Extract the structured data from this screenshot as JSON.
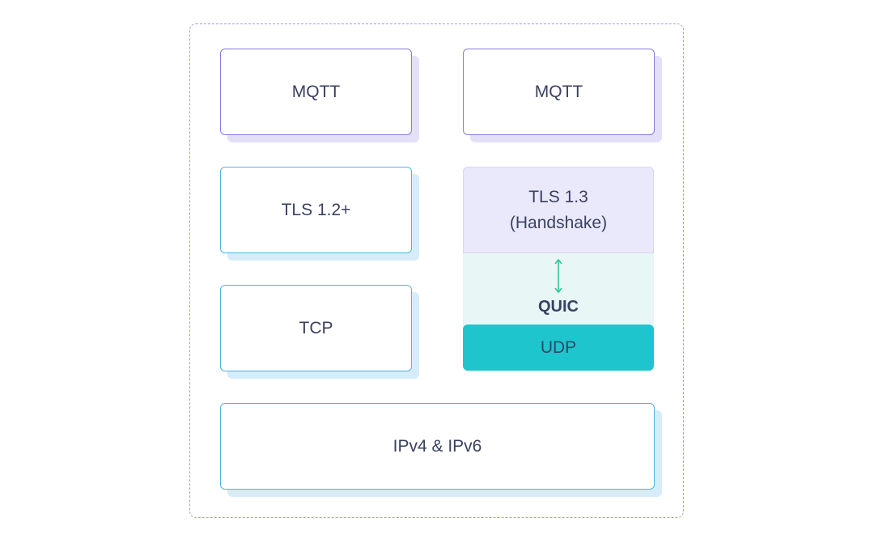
{
  "left_stack": {
    "app": "MQTT",
    "security": "TLS 1.2+",
    "transport": "TCP"
  },
  "right_stack": {
    "app": "MQTT",
    "tls_line1": "TLS 1.3",
    "tls_line2": "(Handshake)",
    "quic": "QUIC",
    "udp": "UDP"
  },
  "network": "IPv4 & IPv6",
  "colors": {
    "frame_border": "#a99ce8",
    "purple_border": "#8a7ae0",
    "blue_border": "#52b4e2",
    "tls13_fill": "#eae9fb",
    "quic_fill": "#e8f7f6",
    "udp_fill": "#1fc5cc",
    "arrow": "#2ec28c"
  },
  "icons": {
    "quic_arrow": "bidirectional-vertical-arrow-icon"
  }
}
